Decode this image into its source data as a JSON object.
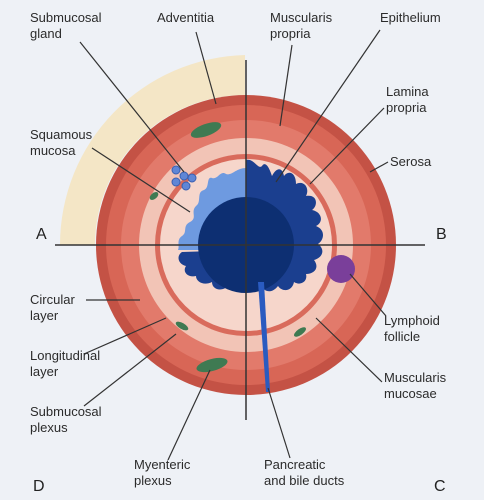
{
  "quadrants": {
    "a": "A",
    "b": "B",
    "c": "C",
    "d": "D"
  },
  "labels": {
    "submucosal_gland": "Submucosal\ngland",
    "adventitia": "Adventitia",
    "muscularis_propria": "Muscularis\npropria",
    "epithelium": "Epithelium",
    "lamina_propria": "Lamina\npropria",
    "squamous_mucosa": "Squamous\nmucosa",
    "serosa": "Serosa",
    "circular_layer": "Circular\nlayer",
    "longitudinal_layer": "Longitudinal\nlayer",
    "submucosal_plexus": "Submucosal\nplexus",
    "myenteric_plexus": "Myenteric\nplexus",
    "pancreatic_bile_ducts": "Pancreatic\nand bile ducts",
    "lymphoid_follicle": "Lymphoid\nfollicle",
    "muscularis_mucosae": "Muscularis\nmucosae"
  },
  "colors": {
    "background": "#eef1f6",
    "adventitia": "#f4e6c6",
    "outer_muscle": "#c45245",
    "middle_muscle": "#e0786a",
    "submucosa": "#f2c4b6",
    "muscularis_mucosae": "#d96b5c",
    "lamina_propria": "#f6d6cb",
    "mucosa_light": "#6e9ae0",
    "mucosa_dark": "#0d2f72",
    "lumen": "#1b3f8f",
    "gland": "#5f86d6",
    "plexus": "#3f7a52",
    "lymphoid": "#7a3f9a",
    "leader_line": "#333333"
  }
}
